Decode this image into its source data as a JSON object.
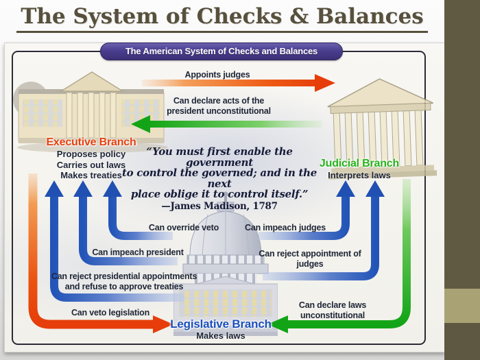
{
  "slide": {
    "title": "The System of Checks & Balances"
  },
  "diagram": {
    "banner_title": "The American System of Checks and Balances",
    "quote": {
      "line1": "“You must first enable the government",
      "line2": "to control the governed; and in the next",
      "line3": "place oblige it to control itself.”",
      "attribution": "—James Madison, 1787"
    },
    "branches": {
      "executive": {
        "name": "Executive Branch",
        "powers": [
          "Proposes policy",
          "Carries out laws",
          "Makes treaties"
        ]
      },
      "judicial": {
        "name": "Judicial Branch",
        "powers": [
          "Interprets laws"
        ]
      },
      "legislative": {
        "name": "Legislative Branch",
        "powers": [
          "Makes laws"
        ]
      }
    },
    "checks": {
      "appoints_judges": "Appoints judges",
      "declare_acts_unconstitutional": "Can declare acts of the president unconstitutional",
      "override_veto": "Can override veto",
      "impeach_president": "Can impeach president",
      "reject_presidential_appointments": "Can reject presidential appointments and refuse to approve treaties",
      "veto_legislation": "Can veto legislation",
      "impeach_judges": "Can impeach judges",
      "reject_appointment_of_judges": "Can reject appointment of judges",
      "declare_laws_unconstitutional": "Can declare laws unconstitutional"
    },
    "colors": {
      "executive_label": "#e5400e",
      "judicial_label": "#27b31d",
      "legislative_label": "#1b50bd",
      "red_arrow": "#e63d0a",
      "green_arrow": "#12a416",
      "blue_arrow": "#2355b8",
      "banner_background": "#4a3e8e"
    }
  },
  "theme": {
    "title_color": "#57503c",
    "sidebar_dark": "#615a43",
    "sidebar_light": "#a9a274"
  }
}
